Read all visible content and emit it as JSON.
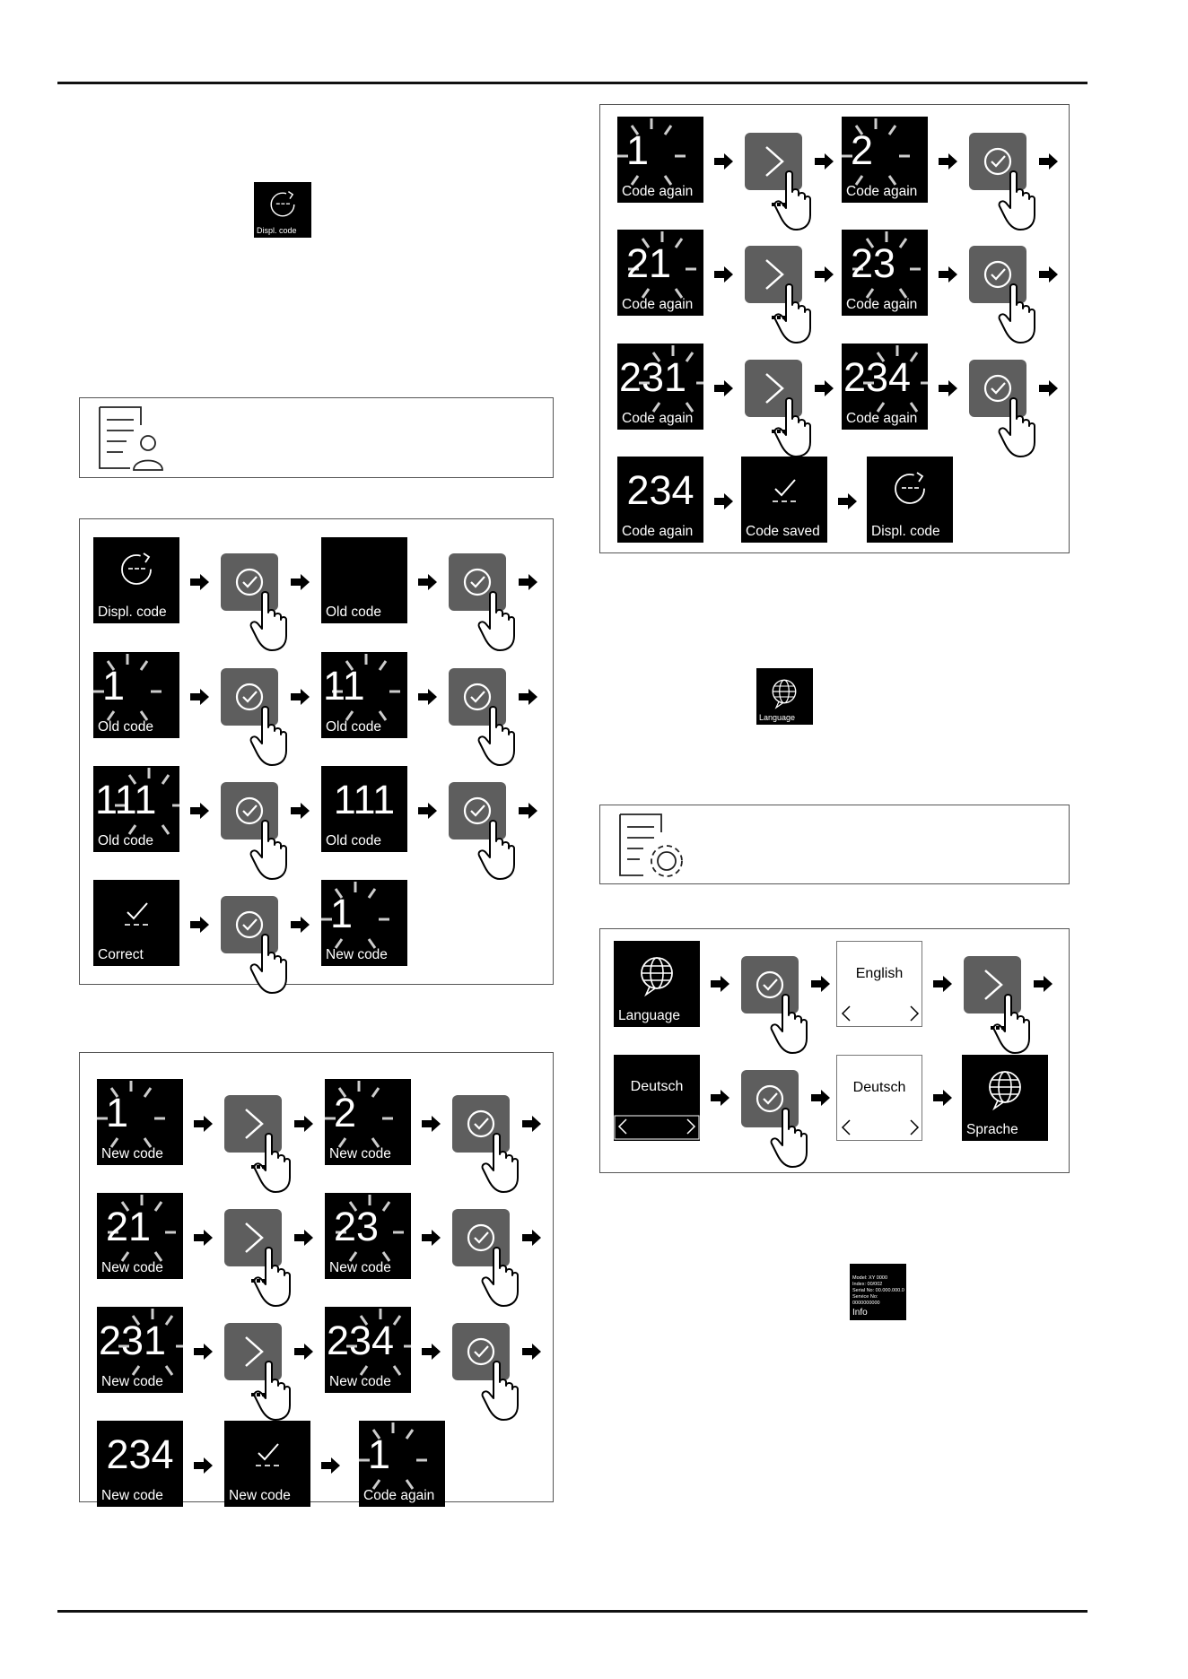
{
  "labels": {
    "displ_code": "Displ. code",
    "old_code": "Old code",
    "new_code": "New code",
    "code_again": "Code again",
    "correct": "Correct",
    "code_saved": "Code saved",
    "language": "Language",
    "english": "English",
    "deutsch": "Deutsch",
    "sprache": "Sprache",
    "info": "Info"
  },
  "digits": {
    "d1": "1",
    "d2": "2",
    "d11": "11",
    "d111": "111",
    "d21": "21",
    "d23": "23",
    "d231": "231",
    "d234": "234"
  },
  "info_thumb": {
    "model": "Model: XY 0000",
    "index": "Index: 00/002",
    "serial": "Serial No: 00.000.000.0",
    "service": "Service No: 0000000000"
  },
  "icons": [
    "display-code-icon",
    "check-circle-icon",
    "chevron-right-icon",
    "pointing-hand-icon",
    "globe-icon",
    "arrow-right-icon",
    "settings-document-icon",
    "user-document-icon"
  ]
}
